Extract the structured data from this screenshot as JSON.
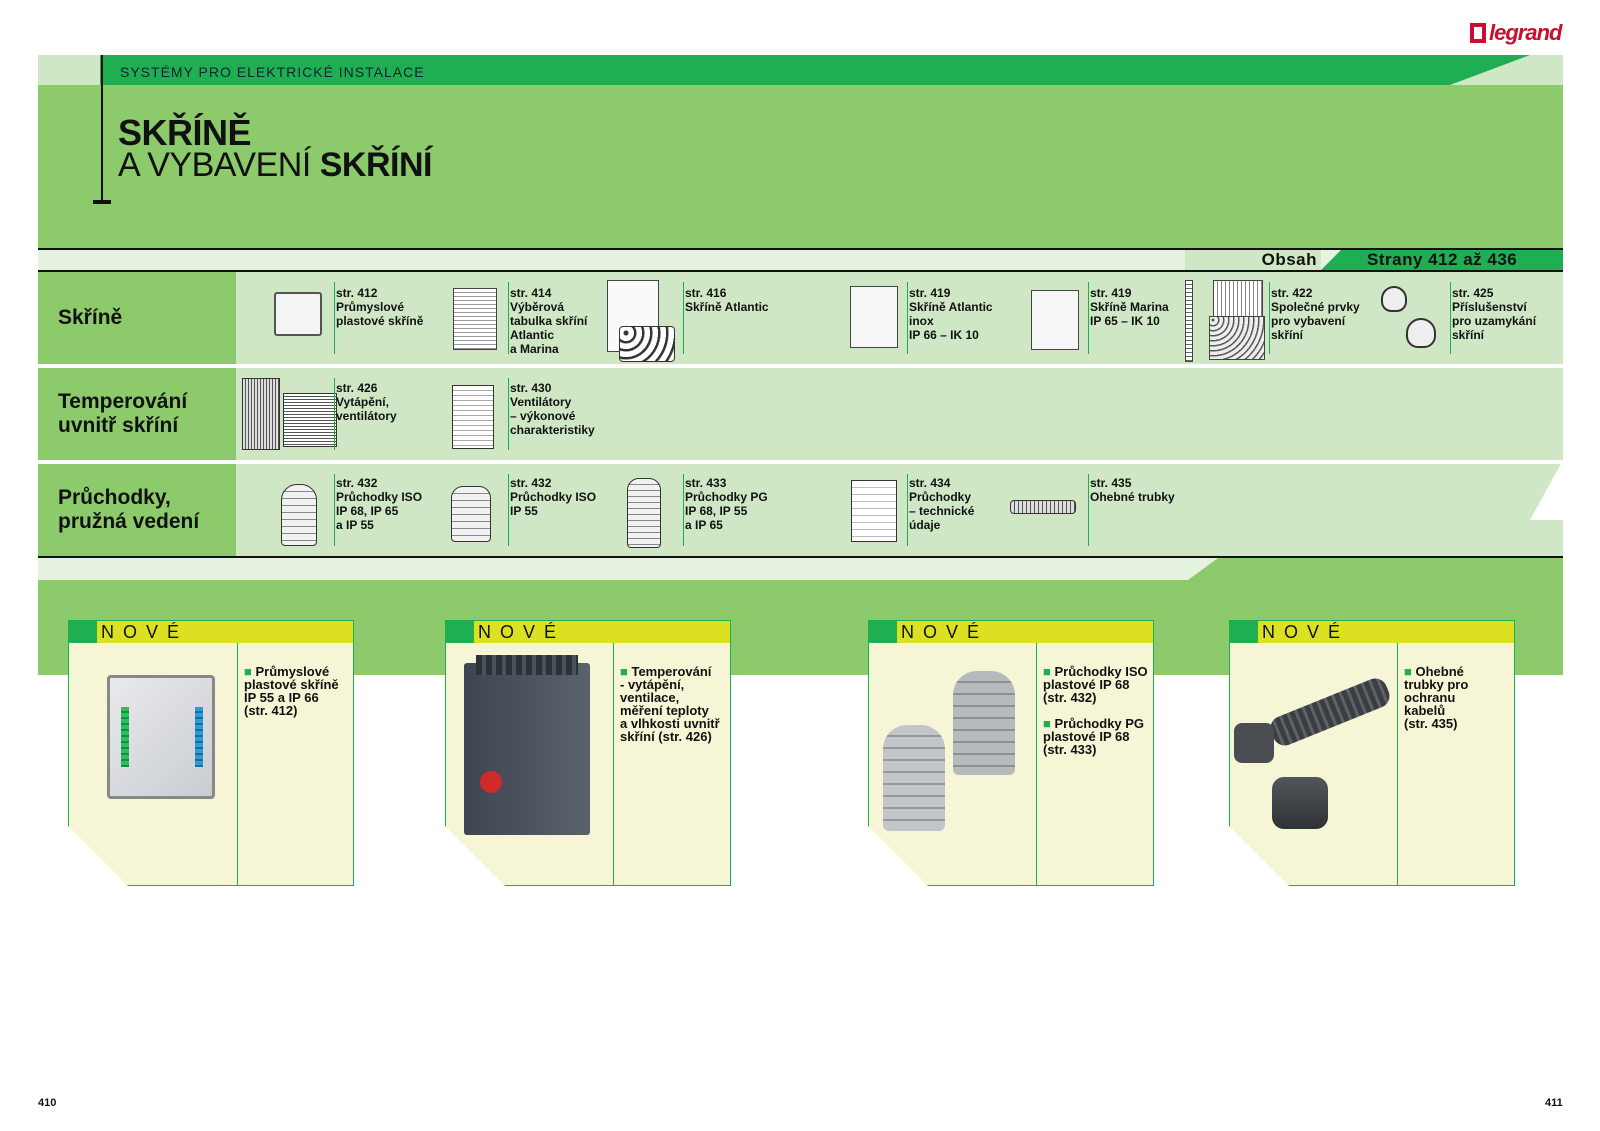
{
  "brand": {
    "logo_text": "legrand"
  },
  "header": {
    "subtitle": "SYSTÉMY PRO ELEKTRICKÉ INSTALACE",
    "title_line1": "SKŘÍNĚ",
    "title_line2_light": "A VYBAVENÍ ",
    "title_line2_bold": "SKŘÍNÍ"
  },
  "contents": {
    "obsah_label": "Obsah",
    "pages_label": "Strany 412 až 436",
    "rows": [
      {
        "label": "Skříně",
        "items": [
          {
            "page": "str. 412",
            "text": [
              "Průmyslové",
              "plastové skříně"
            ]
          },
          {
            "page": "str. 414",
            "text": [
              "Výběrová",
              "tabulka skříní",
              "Atlantic",
              "a Marina"
            ]
          },
          {
            "page": "str. 416",
            "text": [
              "Skříně Atlantic"
            ]
          },
          {
            "page": "str. 419",
            "text": [
              "Skříně Atlantic",
              "inox",
              "IP 66 – IK 10"
            ]
          },
          {
            "page": "str. 419",
            "text": [
              "Skříně Marina",
              "IP 65 – IK 10"
            ]
          },
          {
            "page": "str. 422",
            "text": [
              "Společné prvky",
              "pro vybavení",
              "skříní"
            ]
          },
          {
            "page": "str. 425",
            "text": [
              "Příslušenství",
              "pro uzamykání",
              "skříní"
            ]
          }
        ]
      },
      {
        "label": "Temperování uvnitř skříní",
        "items": [
          {
            "page": "str. 426",
            "text": [
              "Vytápění,",
              "ventilátory"
            ]
          },
          {
            "page": "str. 430",
            "text": [
              "Ventilátory",
              "– výkonové",
              "charakteristiky"
            ]
          }
        ]
      },
      {
        "label": "Průchodky, pružná vedení",
        "items": [
          {
            "page": "str. 432",
            "text": [
              "Průchodky ISO",
              "IP 68, IP 65",
              "a IP 55"
            ]
          },
          {
            "page": "str. 432",
            "text": [
              "Průchodky ISO",
              "IP 55"
            ]
          },
          {
            "page": "str. 433",
            "text": [
              "Průchodky PG",
              "IP 68, IP 55",
              "a IP 65"
            ]
          },
          {
            "page": "str. 434",
            "text": [
              "Průchodky",
              "– technické",
              "údaje"
            ]
          },
          {
            "page": "str. 435",
            "text": [
              "Ohebné trubky"
            ]
          }
        ]
      }
    ]
  },
  "nove_label": "NOVÉ",
  "nove": [
    {
      "lines": [
        "Průmyslové",
        "plastové skříně",
        "IP 55 a IP 66",
        "(str. 412)"
      ]
    },
    {
      "lines": [
        "Temperování",
        "- vytápění,",
        "ventilace,",
        "měření teploty",
        "a vlhkosti uvnitř",
        "skříní (str. 426)"
      ]
    },
    {
      "lines": [
        "Průchodky ISO",
        "plastové IP 68",
        "(str. 432)"
      ],
      "lines2": [
        "Průchodky PG",
        "plastové IP 68",
        "(str. 433)"
      ]
    },
    {
      "lines": [
        "Ohebné",
        "trubky pro",
        "ochranu",
        "kabelů",
        "(str. 435)"
      ]
    }
  ],
  "pages": {
    "left": "410",
    "right": "411"
  },
  "colors": {
    "green_dark": "#1fae52",
    "green_mid": "#8cca6b",
    "green_light": "#cfe7c5",
    "yellow": "#dbe021",
    "cream": "#f6f5d6",
    "logo_red": "#c8102e"
  }
}
